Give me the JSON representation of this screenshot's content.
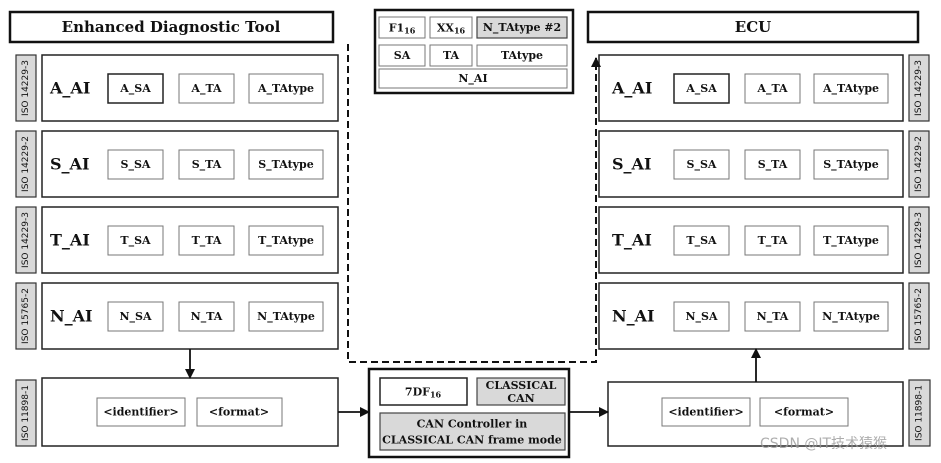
{
  "left": {
    "title": "Enhanced Diagnostic Tool",
    "rows": [
      {
        "iso": "ISO 14229-3",
        "label": "A_AI",
        "sa": "A_SA",
        "ta": "A_TA",
        "tatype": "A_TAtype"
      },
      {
        "iso": "ISO 14229-2",
        "label": "S_AI",
        "sa": "S_SA",
        "ta": "S_TA",
        "tatype": "S_TAtype"
      },
      {
        "iso": "ISO 14229-3",
        "label": "T_AI",
        "sa": "T_SA",
        "ta": "T_TA",
        "tatype": "T_TAtype"
      },
      {
        "iso": "ISO 15765-2",
        "label": "N_AI",
        "sa": "N_SA",
        "ta": "N_TA",
        "tatype": "N_TAtype"
      }
    ],
    "can": {
      "iso": "ISO 11898-1",
      "identifier": "<identifier>",
      "format": "<format>"
    }
  },
  "right": {
    "title": "ECU",
    "rows": [
      {
        "iso": "ISO 14229-3",
        "label": "A_AI",
        "sa": "A_SA",
        "ta": "A_TA",
        "tatype": "A_TAtype"
      },
      {
        "iso": "ISO 14229-2",
        "label": "S_AI",
        "sa": "S_SA",
        "ta": "S_TA",
        "tatype": "S_TAtype"
      },
      {
        "iso": "ISO 14229-3",
        "label": "T_AI",
        "sa": "T_SA",
        "ta": "T_TA",
        "tatype": "T_TAtype"
      },
      {
        "iso": "ISO 15765-2",
        "label": "N_AI",
        "sa": "N_SA",
        "ta": "N_TA",
        "tatype": "N_TAtype"
      }
    ],
    "can": {
      "iso": "ISO 11898-1",
      "identifier": "<identifier>",
      "format": "<format>"
    }
  },
  "center_top": {
    "f1": "F1",
    "f1_sub": "16",
    "xx": "XX",
    "xx_sub": "16",
    "ntatype": "N_TAtype #2",
    "sa": "SA",
    "ta": "TA",
    "tatype": "TAtype",
    "nai": "N_AI"
  },
  "center_bottom": {
    "id": "7DF",
    "id_sub": "16",
    "classical_1": "CLASSICAL",
    "classical_2": "CAN",
    "controller_1": "CAN Controller in",
    "controller_2": "CLASSICAL CAN frame mode"
  },
  "watermark": "CSDN @IT技术猿猴"
}
